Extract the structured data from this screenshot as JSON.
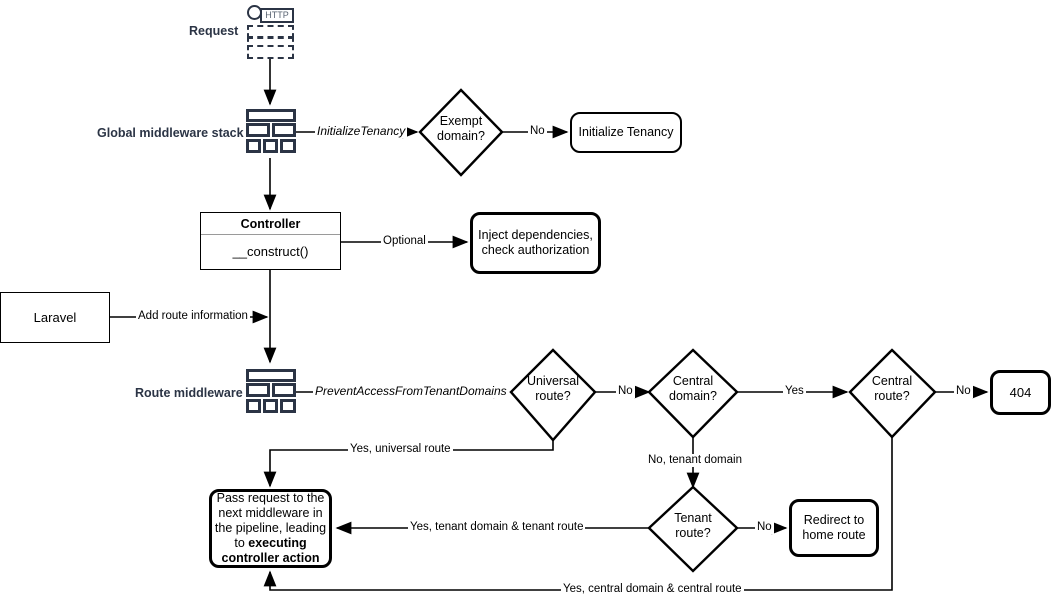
{
  "diagram": {
    "title": "Laravel multi-tenancy request lifecycle flowchart",
    "colors": {
      "icon_navy": "#2b3445",
      "stroke": "#000000",
      "divider": "#9a9a9a"
    }
  },
  "side_labels": {
    "request": "Request",
    "global_middleware": "Global middleware stack",
    "route_middleware": "Route middleware"
  },
  "nodes": {
    "http_request_icon": {
      "label": "HTTP"
    },
    "exempt_domain": {
      "line1": "Exempt",
      "line2": "domain?"
    },
    "initialize_tenancy": {
      "label": "Initialize Tenancy"
    },
    "controller": {
      "header": "Controller",
      "body": "__construct()"
    },
    "inject_dependencies": {
      "line1": "Inject dependencies,",
      "line2": "check authorization"
    },
    "laravel": {
      "label": "Laravel"
    },
    "universal_route": {
      "line1": "Universal",
      "line2": "route?"
    },
    "central_domain": {
      "line1": "Central",
      "line2": "domain?"
    },
    "central_route": {
      "line1": "Central",
      "line2": "route?"
    },
    "not_found": {
      "label": "404"
    },
    "tenant_route": {
      "line1": "Tenant",
      "line2": "route?"
    },
    "redirect_home": {
      "line1": "Redirect to",
      "line2": "home route"
    },
    "pass_request": {
      "line1": "Pass request to the",
      "line2": "next middleware in",
      "line3": "the pipeline, leading",
      "line4": "to ",
      "line4_bold": "executing",
      "line5_bold": "controller action"
    }
  },
  "edges": {
    "initialize_tenancy_mw": "InitializeTenancy",
    "exempt_no": "No",
    "optional": "Optional",
    "add_route_information": "Add route information",
    "prevent_access": "PreventAccessFromTenantDomains",
    "universal_no": "No",
    "universal_yes": "Yes, universal route",
    "central_domain_yes": "Yes",
    "central_domain_no": "No, tenant domain",
    "central_route_no": "No",
    "tenant_route_no": "No",
    "tenant_yes": "Yes, tenant domain & tenant route",
    "central_yes": "Yes, central domain & central route"
  }
}
